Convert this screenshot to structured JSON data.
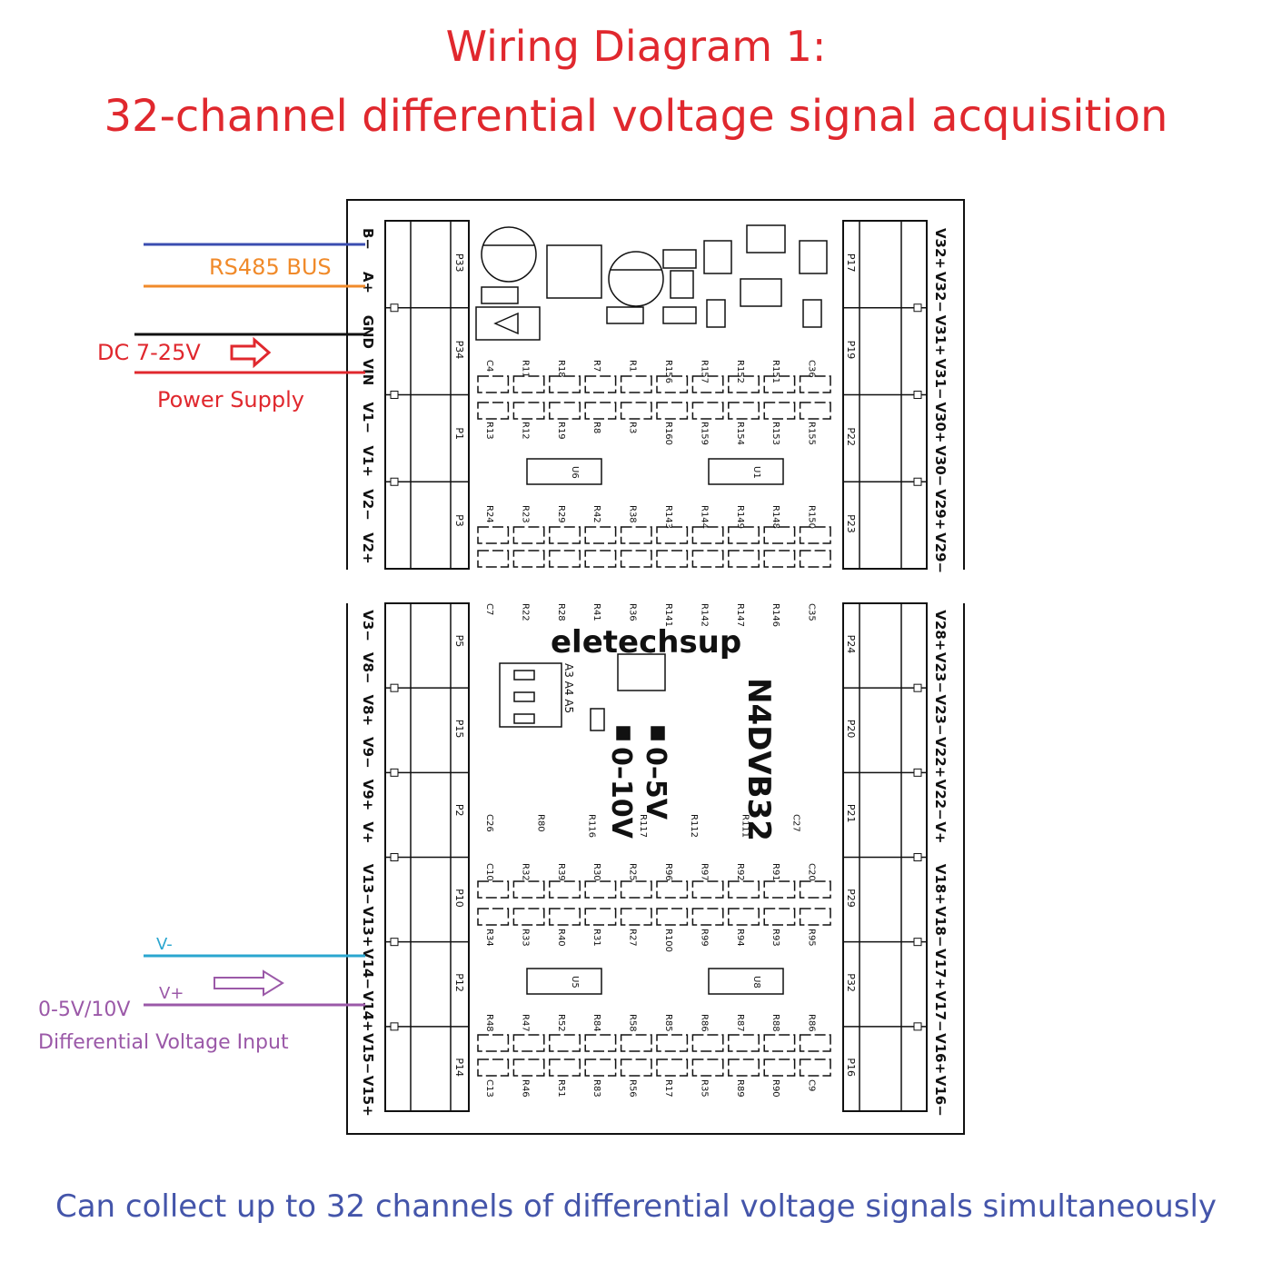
{
  "title": {
    "line1": "Wiring Diagram 1:",
    "line2": "32-channel differential voltage signal acquisition"
  },
  "footer": "Can collect up to 32 channels of differential voltage signals simultaneously",
  "labels": {
    "rs485": "RS485 BUS",
    "dc": "DC 7-25V",
    "power": "Power Supply",
    "vminus": "V-",
    "vplus": "V+",
    "input1": "0-5V/10V",
    "input2": "Differential Voltage Input"
  },
  "board": {
    "brand": "eletechsup",
    "model": "N4DVB32",
    "mode_05": "0–5V",
    "mode_010": "0–10V",
    "addr": "A3 A4 A5",
    "left_top_terminals": [
      "B−",
      "A+",
      "GND",
      "VIN",
      "V1−",
      "V1+",
      "V2−",
      "V2+"
    ],
    "left_top_connectors": [
      "P33",
      "P34",
      "P1",
      "P3"
    ],
    "left_bottom_terminals": [
      "V3−",
      "V8−",
      "V8+",
      "V9−",
      "V9+",
      "V+",
      "V13−",
      "V13+",
      "V14−",
      "V14+",
      "V15−",
      "V15+"
    ],
    "left_bottom_connectors": [
      "P5",
      "P15",
      "P2",
      "P10",
      "P12",
      "P14"
    ],
    "right_top_terminals": [
      "V32+",
      "V32−",
      "V31+",
      "V31−",
      "V30+",
      "V30−",
      "V29+",
      "V29−"
    ],
    "right_top_connectors": [
      "P17",
      "P19",
      "P22",
      "P23"
    ],
    "right_bottom_terminals": [
      "V28+",
      "V23−",
      "V23−",
      "V22+",
      "V22−",
      "V+",
      "V18+",
      "V18−",
      "V17+",
      "V17−",
      "V16+",
      "V16−"
    ],
    "right_bottom_connectors": [
      "P24",
      "P20",
      "P21",
      "P29",
      "P32",
      "P16"
    ],
    "component_labels_top": [
      "C4",
      "R11",
      "R18",
      "R7",
      "R1",
      "R156",
      "R157",
      "R152",
      "R151",
      "C36"
    ],
    "component_labels_mid": [
      "R13",
      "R12",
      "R19",
      "R8",
      "R3",
      "R160",
      "R159",
      "R154",
      "R153",
      "R155"
    ],
    "component_labels_low": [
      "R24",
      "R23",
      "R29",
      "R42",
      "R38",
      "R143",
      "R144",
      "R149",
      "R148",
      "R150"
    ],
    "component_labels_b1": [
      "C7",
      "R22",
      "R28",
      "R41",
      "R36",
      "R141",
      "R142",
      "R147",
      "R146",
      "C35"
    ],
    "component_labels_b2": [
      "C26",
      "R80",
      "R116",
      "R117",
      "R112",
      "R111",
      "C27"
    ],
    "component_labels_b3": [
      "C10",
      "R32",
      "R39",
      "R30",
      "R25",
      "R96",
      "R97",
      "R92",
      "R91",
      "C20"
    ],
    "component_labels_b4": [
      "R34",
      "R33",
      "R40",
      "R31",
      "R27",
      "R100",
      "R99",
      "R94",
      "R93",
      "R95"
    ],
    "component_labels_b5": [
      "R48",
      "R47",
      "R52",
      "R84",
      "R58",
      "R85",
      "R86",
      "R87",
      "R88",
      "R86"
    ],
    "component_labels_b6": [
      "C13",
      "R46",
      "R51",
      "R83",
      "R56",
      "R17",
      "R35",
      "R89",
      "R90",
      "C9"
    ],
    "chips": [
      "U6",
      "U1",
      "U5",
      "U8"
    ]
  },
  "colors": {
    "title": "#e0282e",
    "rs485_b": "#3a4db0",
    "rs485_a": "#f08a2a",
    "gnd": "#111111",
    "vin": "#e0282e",
    "vminus": "#2aa6cf",
    "vplus": "#9b59a8",
    "footer": "#4455aa"
  }
}
